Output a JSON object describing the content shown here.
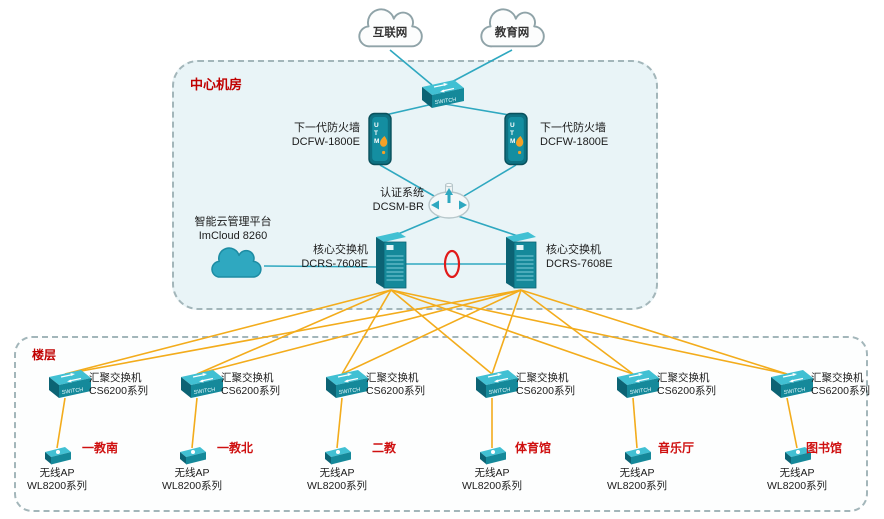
{
  "clouds": {
    "internet": "互联网",
    "education": "教育网"
  },
  "center_room": {
    "title": "中心机房",
    "firewall_left": {
      "line1": "下一代防火墙",
      "line2": "DCFW-1800E"
    },
    "firewall_right": {
      "line1": "下一代防火墙",
      "line2": "DCFW-1800E"
    },
    "auth_system": {
      "line1": "认证系统",
      "line2": "DCSM-BR"
    },
    "cloud_platform": {
      "line1": "智能云管理平台",
      "line2": "ImCloud 8260"
    },
    "core_switch_left": {
      "line1": "核心交换机",
      "line2": "DCRS-7608E"
    },
    "core_switch_right": {
      "line1": "核心交换机",
      "line2": "DCRS-7608E"
    }
  },
  "floor": {
    "title": "楼层",
    "buildings": [
      {
        "name": "一教南",
        "switch_line1": "汇聚交换机",
        "switch_line2": "CS6200系列",
        "ap_line1": "无线AP",
        "ap_line2": "WL8200系列"
      },
      {
        "name": "一教北",
        "switch_line1": "汇聚交换机",
        "switch_line2": "CS6200系列",
        "ap_line1": "无线AP",
        "ap_line2": "WL8200系列"
      },
      {
        "name": "二教",
        "switch_line1": "汇聚交换机",
        "switch_line2": "CS6200系列",
        "ap_line1": "无线AP",
        "ap_line2": "WL8200系列"
      },
      {
        "name": "体育馆",
        "switch_line1": "汇聚交换机",
        "switch_line2": "CS6200系列",
        "ap_line1": "无线AP",
        "ap_line2": "WL8200系列"
      },
      {
        "name": "音乐厅",
        "switch_line1": "汇聚交换机",
        "switch_line2": "CS6200系列",
        "ap_line1": "无线AP",
        "ap_line2": "WL8200系列"
      },
      {
        "name": "图书馆",
        "switch_line1": "汇聚交换机",
        "switch_line2": "CS6200系列",
        "ap_line1": "无线AP",
        "ap_line2": "WL8200系列"
      }
    ]
  },
  "colors": {
    "link_blue": "#2fa8c0",
    "link_orange": "#f3ac1c",
    "label_red": "#c00000",
    "device_teal": "#15899a",
    "ring_red": "#e11a1a"
  }
}
